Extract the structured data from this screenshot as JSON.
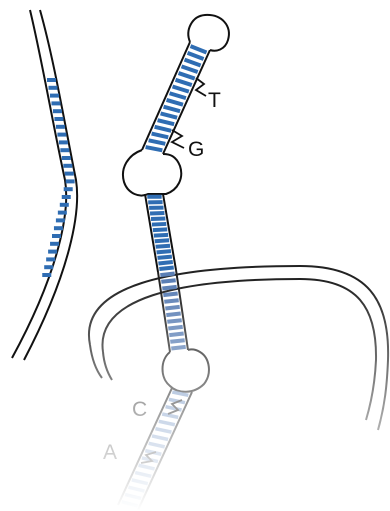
{
  "labels": {
    "t": "T",
    "g": "G",
    "c": "C",
    "a": "A"
  },
  "colors": {
    "outline": "#111111",
    "rung": "#2f6db3",
    "background": "#ffffff"
  }
}
